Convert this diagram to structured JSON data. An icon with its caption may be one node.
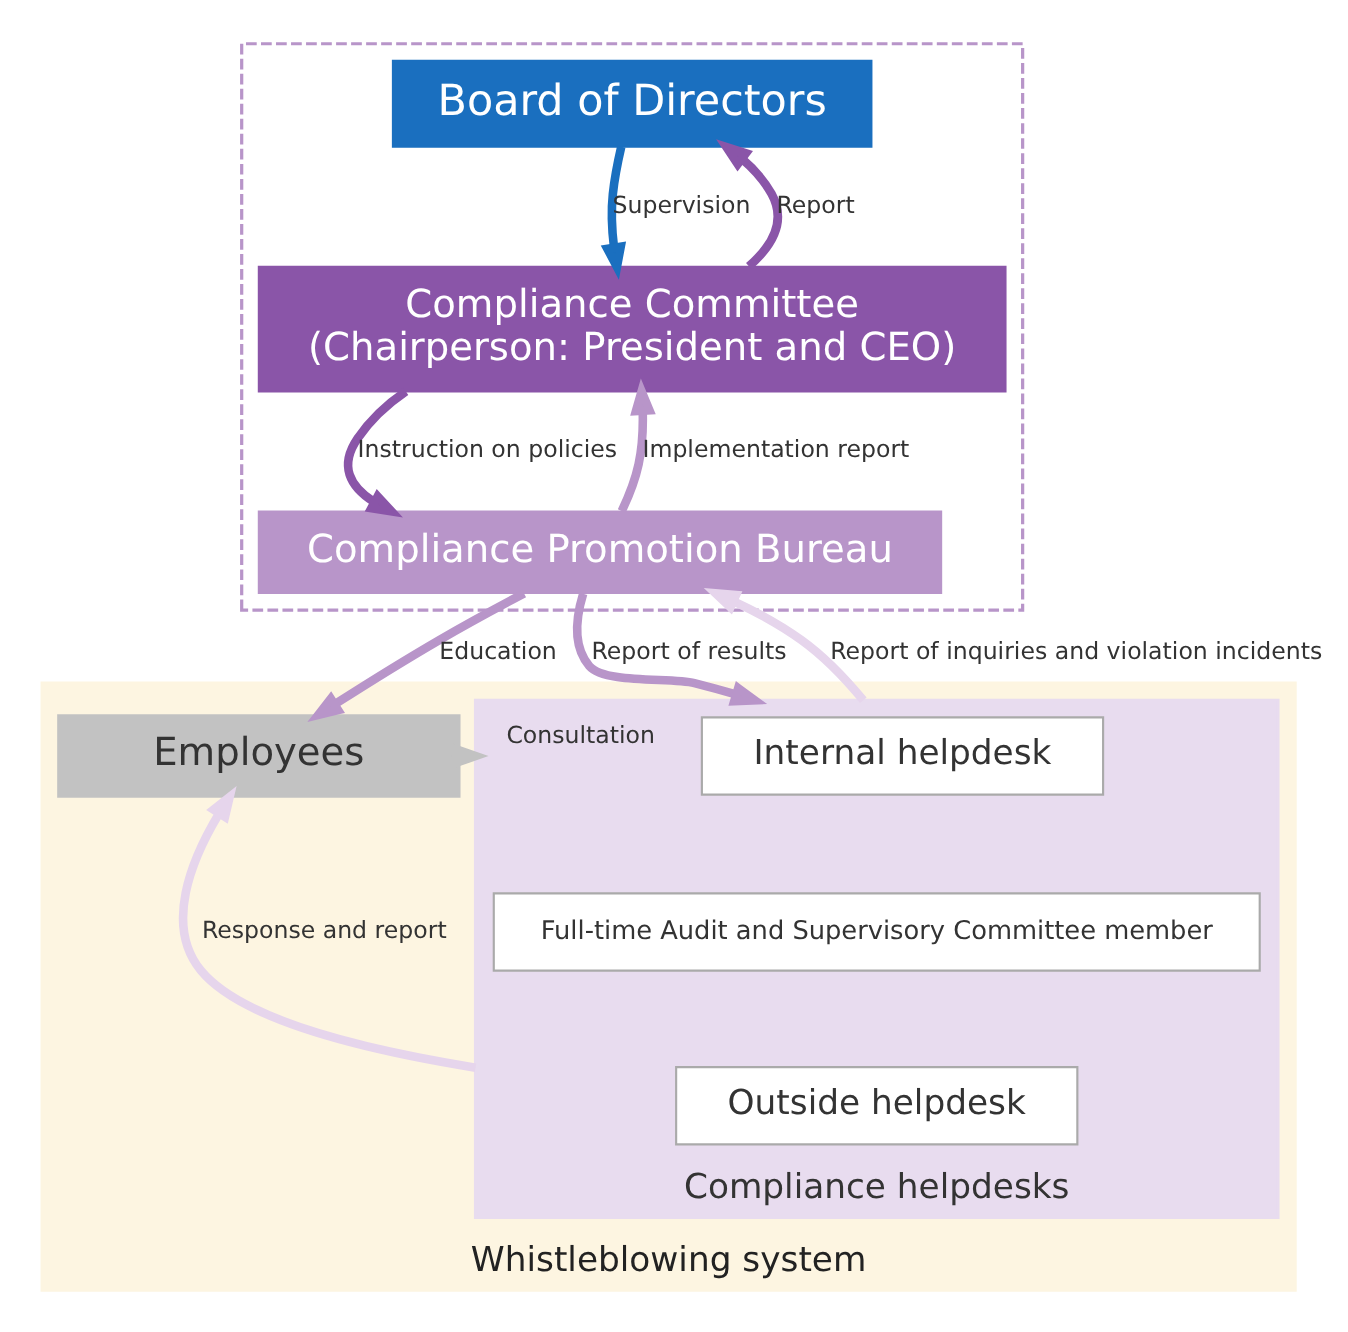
{
  "diagram": {
    "nodes": [
      {
        "text": [],
        "shape": "box"
      },
      {
        "text": [
          "Board of Directors"
        ],
        "in": 0
      },
      {
        "text": [
          "Compliance Committee",
          "(Chairperson: President and CEO)"
        ],
        "in": 0
      },
      {
        "text": [
          "Compliance Promotion Bureau"
        ],
        "in": 0
      },
      {
        "text": [
          "Whistleblowing system"
        ]
      },
      {
        "text": [
          "Employees"
        ],
        "in": 4
      },
      {
        "text": [
          "Compliance helpdesks"
        ],
        "in": 4
      },
      {
        "text": [
          "Internal helpdesk"
        ],
        "in": 6
      },
      {
        "text": [
          "Full-time Audit and Supervisory Committee member"
        ],
        "in": 6
      },
      {
        "text": [
          "Outside helpdesk"
        ],
        "in": 6
      }
    ],
    "edges": [
      {
        "from": 2,
        "to": 1,
        "arrow": "to",
        "label": "Report",
        "color": "#8a55a8"
      },
      {
        "from": 1,
        "to": 2,
        "arrow": "to",
        "label": "Supervision",
        "color": "#1a6fbf"
      },
      {
        "from": 3,
        "to": 2,
        "arrow": "to",
        "label": "Implementation report",
        "color": "#b895c9"
      },
      {
        "from": 2,
        "to": 3,
        "arrow": "to",
        "label": "Instruction on policies",
        "color": "#8a55a8"
      },
      {
        "from": 3,
        "to": 5,
        "arrow": "to",
        "label": "Education",
        "color": "#b895c9"
      },
      {
        "from": 3,
        "to": 6,
        "arrow": "to",
        "label": "Report of results",
        "color": "#b895c9"
      },
      {
        "from": 6,
        "to": 3,
        "arrow": "to",
        "label": "Report of inquiries and violation incidents",
        "color": "#e6d5ec"
      },
      {
        "from": 5,
        "to": 6,
        "arrow": "to",
        "label": "Consultation",
        "color": "#c2c2c2"
      },
      {
        "from": 6,
        "to": 5,
        "arrow": "to",
        "label": "Response and report",
        "color": "#e6d5ec"
      }
    ]
  }
}
